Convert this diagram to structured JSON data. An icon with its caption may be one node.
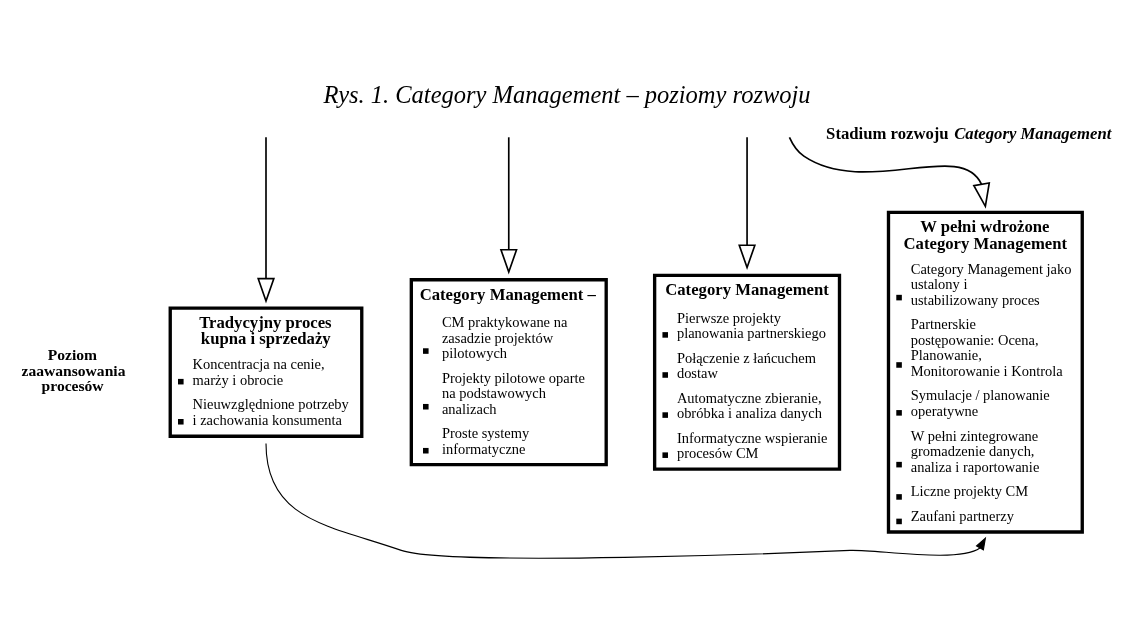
{
  "diagram": {
    "title": "Rys. 1. Category Management – poziomy rozwoju",
    "nodes": [
      {
        "text": [
          "Tradycyjny proces kupna i sprzedaży",
          "Koncentracja na cenie, marży i obrocie",
          "Nieuwzględnione potrzeby i zachowania konsumenta"
        ]
      },
      {
        "text": [
          "Category Management –",
          "CM praktykowane na zasadzie projektów pilotowych",
          "Projekty pilotowe oparte na podstawowych analizach",
          "Proste systemy informatyczne"
        ]
      },
      {
        "text": [
          "Category Management",
          "Pierwsze projekty planowania partnerskiego",
          "Połączenie z łańcuchem dostaw",
          "Automatyczne zbieranie, obróbka i analiza danych",
          "Informatyczne wspieranie procesów CM"
        ]
      },
      {
        "text": [
          "W pełni wdrożone Category Management",
          "Category Management jako ustalony i ustabilizowany proces",
          "Partnerskie postępowanie: Ocena, Planowanie, Monitorowanie i Kontrola",
          "Symulacje / planowanie operatywne",
          "W pełni zintegrowane gromadzenie danych, analiza i raportowanie",
          "Liczne projekty CM",
          "Zaufani partnerzy"
        ]
      }
    ],
    "edges": [
      {
        "from": null,
        "to": 0,
        "arrow": "to"
      },
      {
        "from": null,
        "to": 1,
        "arrow": "to"
      },
      {
        "from": null,
        "to": 2,
        "arrow": "to"
      },
      {
        "from": null,
        "to": 3,
        "arrow": "to"
      },
      {
        "from": 0,
        "to": 3,
        "arrow": "to"
      }
    ],
    "labels": [
      "Poziom zaawansowania procesów",
      "Stadium rozwoju *Category Management*"
    ]
  }
}
